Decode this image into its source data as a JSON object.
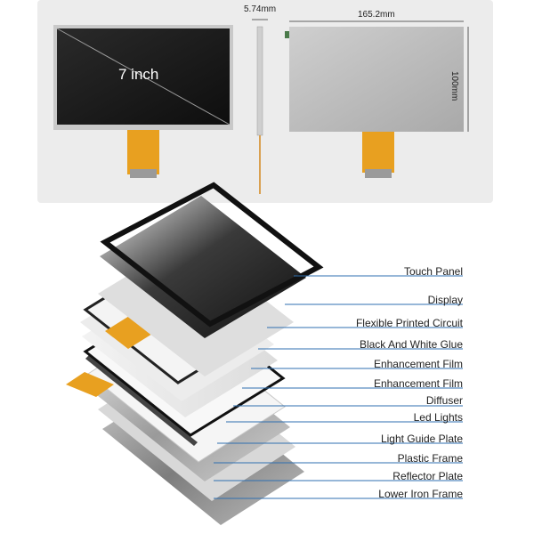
{
  "top": {
    "front_label": "7 inch",
    "thickness_label": "5.74mm",
    "width_label": "165.2mm",
    "height_label": "100mm"
  },
  "layers": [
    "Touch Panel",
    "Display",
    "Flexible Printed Circuit",
    "Black And White Glue",
    "Enhancement Film",
    "Enhancement Film",
    "Diffuser",
    "Led Lights",
    "Light Guide Plate",
    "Plastic Frame",
    "Reflector Plate",
    "Lower Iron Frame"
  ],
  "colors": {
    "panel_bg": "#ececec",
    "leader_line": "#2f6fb0",
    "fpc_orange": "#e8a020"
  }
}
